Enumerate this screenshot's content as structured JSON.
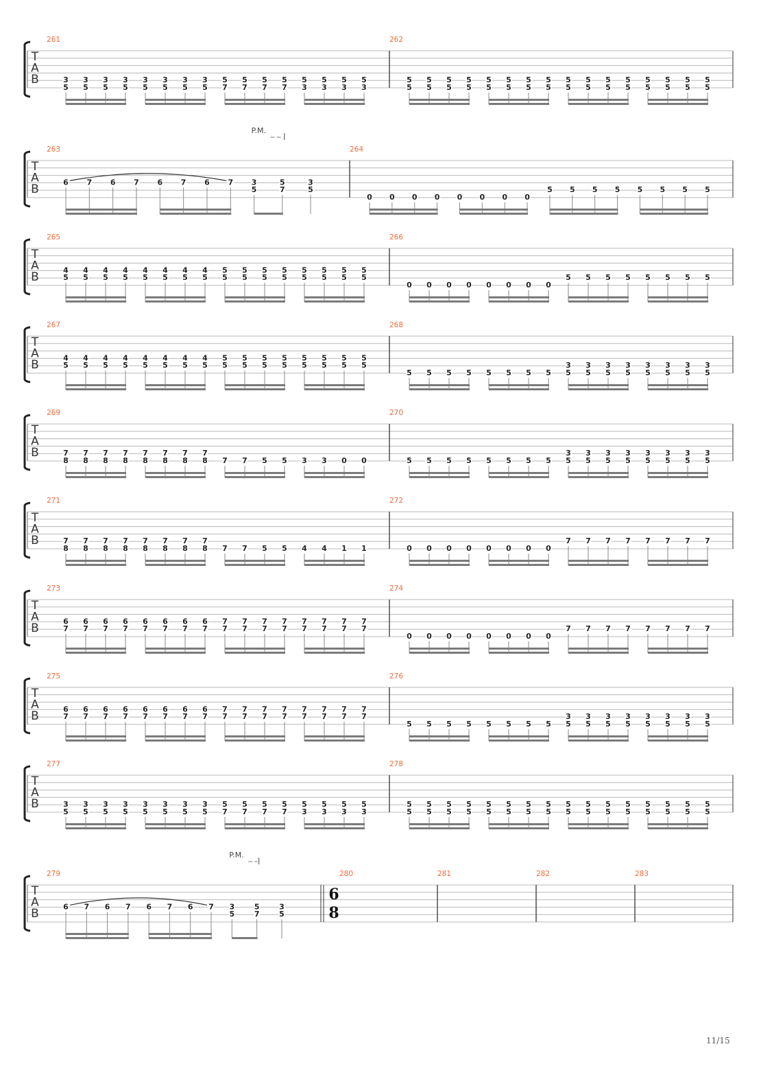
{
  "page": {
    "number": "11/15"
  },
  "clef": {
    "letters": [
      "T",
      "A",
      "B"
    ]
  },
  "colors": {
    "measure_number": "#f26b3a",
    "staff_line": "#b8b8b8",
    "barline": "#333333",
    "beam": "#7a7a7a",
    "stem": "#8a8a8a",
    "fret": "#222222"
  },
  "systems": [
    {
      "measures": [
        {
          "number": "261",
          "beats": [
            {
              "d": 16,
              "n": [
                [
                  5,
                  3
                ],
                [
                  6,
                  5
                ]
              ],
              "x": 8
            },
            {
              "d": 16,
              "n": [
                [
                  5,
                  5
                ],
                [
                  6,
                  7
                ]
              ],
              "x": 4
            },
            {
              "d": 16,
              "n": [
                [
                  5,
                  5
                ],
                [
                  6,
                  3
                ]
              ],
              "x": 4
            }
          ]
        },
        {
          "number": "262",
          "beats": [
            {
              "d": 16,
              "n": [
                [
                  5,
                  5
                ],
                [
                  6,
                  5
                ]
              ],
              "x": 16
            }
          ]
        }
      ]
    },
    {
      "measures": [
        {
          "number": "263",
          "slur": [
            0,
            7
          ],
          "pm": {
            "label": "P.M.",
            "from": 8,
            "to": 9
          },
          "beats": [
            {
              "d": 16,
              "n": [
                [
                  4,
                  6
                ]
              ]
            },
            {
              "d": 16,
              "n": [
                [
                  4,
                  7
                ]
              ]
            },
            {
              "d": 16,
              "n": [
                [
                  4,
                  6
                ]
              ]
            },
            {
              "d": 16,
              "n": [
                [
                  4,
                  7
                ]
              ]
            },
            {
              "d": 16,
              "n": [
                [
                  4,
                  6
                ]
              ]
            },
            {
              "d": 16,
              "n": [
                [
                  4,
                  7
                ]
              ]
            },
            {
              "d": 16,
              "n": [
                [
                  4,
                  6
                ]
              ]
            },
            {
              "d": 16,
              "n": [
                [
                  4,
                  7
                ]
              ]
            },
            {
              "d": 8,
              "n": [
                [
                  4,
                  3
                ],
                [
                  5,
                  5
                ]
              ]
            },
            {
              "d": 8,
              "n": [
                [
                  4,
                  5
                ],
                [
                  5,
                  7
                ]
              ]
            },
            {
              "d": 4,
              "n": [
                [
                  4,
                  3
                ],
                [
                  5,
                  5
                ]
              ]
            }
          ]
        },
        {
          "number": "264",
          "beats": [
            {
              "d": 16,
              "n": [
                [
                  6,
                  0
                ]
              ],
              "x": 8
            },
            {
              "d": 16,
              "n": [
                [
                  5,
                  5
                ]
              ],
              "x": 8
            }
          ]
        }
      ]
    },
    {
      "measures": [
        {
          "number": "265",
          "beats": [
            {
              "d": 16,
              "n": [
                [
                  4,
                  4
                ],
                [
                  5,
                  5
                ]
              ],
              "x": 8
            },
            {
              "d": 16,
              "n": [
                [
                  4,
                  5
                ],
                [
                  5,
                  5
                ]
              ],
              "x": 8
            }
          ]
        },
        {
          "number": "266",
          "beats": [
            {
              "d": 16,
              "n": [
                [
                  6,
                  0
                ]
              ],
              "x": 8
            },
            {
              "d": 16,
              "n": [
                [
                  5,
                  5
                ]
              ],
              "x": 8
            }
          ]
        }
      ]
    },
    {
      "measures": [
        {
          "number": "267",
          "beats": [
            {
              "d": 16,
              "n": [
                [
                  4,
                  4
                ],
                [
                  5,
                  5
                ]
              ],
              "x": 8
            },
            {
              "d": 16,
              "n": [
                [
                  4,
                  5
                ],
                [
                  5,
                  5
                ]
              ],
              "x": 8
            }
          ]
        },
        {
          "number": "268",
          "beats": [
            {
              "d": 16,
              "n": [
                [
                  6,
                  5
                ]
              ],
              "x": 8
            },
            {
              "d": 16,
              "n": [
                [
                  5,
                  3
                ],
                [
                  6,
                  5
                ]
              ],
              "x": 8
            }
          ]
        }
      ]
    },
    {
      "measures": [
        {
          "number": "269",
          "beats": [
            {
              "d": 16,
              "n": [
                [
                  5,
                  7
                ],
                [
                  6,
                  8
                ]
              ],
              "x": 8
            },
            {
              "d": 16,
              "n": [
                [
                  6,
                  7
                ]
              ],
              "x": 2
            },
            {
              "d": 16,
              "n": [
                [
                  6,
                  5
                ]
              ],
              "x": 2
            },
            {
              "d": 16,
              "n": [
                [
                  6,
                  3
                ]
              ],
              "x": 2
            },
            {
              "d": 16,
              "n": [
                [
                  6,
                  0
                ]
              ],
              "x": 2
            }
          ]
        },
        {
          "number": "270",
          "beats": [
            {
              "d": 16,
              "n": [
                [
                  6,
                  5
                ]
              ],
              "x": 8
            },
            {
              "d": 16,
              "n": [
                [
                  5,
                  3
                ],
                [
                  6,
                  5
                ]
              ],
              "x": 8
            }
          ]
        }
      ]
    },
    {
      "measures": [
        {
          "number": "271",
          "beats": [
            {
              "d": 16,
              "n": [
                [
                  5,
                  7
                ],
                [
                  6,
                  8
                ]
              ],
              "x": 8
            },
            {
              "d": 16,
              "n": [
                [
                  6,
                  7
                ]
              ],
              "x": 2
            },
            {
              "d": 16,
              "n": [
                [
                  6,
                  5
                ]
              ],
              "x": 2
            },
            {
              "d": 16,
              "n": [
                [
                  6,
                  4
                ]
              ],
              "x": 2
            },
            {
              "d": 16,
              "n": [
                [
                  6,
                  1
                ]
              ],
              "x": 2
            }
          ]
        },
        {
          "number": "272",
          "beats": [
            {
              "d": 16,
              "n": [
                [
                  6,
                  0
                ]
              ],
              "x": 8
            },
            {
              "d": 16,
              "n": [
                [
                  5,
                  7
                ]
              ],
              "x": 8
            }
          ]
        }
      ]
    },
    {
      "measures": [
        {
          "number": "273",
          "beats": [
            {
              "d": 16,
              "n": [
                [
                  4,
                  6
                ],
                [
                  5,
                  7
                ]
              ],
              "x": 8
            },
            {
              "d": 16,
              "n": [
                [
                  4,
                  7
                ],
                [
                  5,
                  7
                ]
              ],
              "x": 8
            }
          ]
        },
        {
          "number": "274",
          "beats": [
            {
              "d": 16,
              "n": [
                [
                  6,
                  0
                ]
              ],
              "x": 8
            },
            {
              "d": 16,
              "n": [
                [
                  5,
                  7
                ]
              ],
              "x": 8
            }
          ]
        }
      ]
    },
    {
      "measures": [
        {
          "number": "275",
          "beats": [
            {
              "d": 16,
              "n": [
                [
                  4,
                  6
                ],
                [
                  5,
                  7
                ]
              ],
              "x": 8
            },
            {
              "d": 16,
              "n": [
                [
                  4,
                  7
                ],
                [
                  5,
                  7
                ]
              ],
              "x": 8
            }
          ]
        },
        {
          "number": "276",
          "beats": [
            {
              "d": 16,
              "n": [
                [
                  6,
                  5
                ]
              ],
              "x": 8
            },
            {
              "d": 16,
              "n": [
                [
                  5,
                  3
                ],
                [
                  6,
                  5
                ]
              ],
              "x": 8
            }
          ]
        }
      ]
    },
    {
      "measures": [
        {
          "number": "277",
          "beats": [
            {
              "d": 16,
              "n": [
                [
                  5,
                  3
                ],
                [
                  6,
                  5
                ]
              ],
              "x": 8
            },
            {
              "d": 16,
              "n": [
                [
                  5,
                  5
                ],
                [
                  6,
                  7
                ]
              ],
              "x": 4
            },
            {
              "d": 16,
              "n": [
                [
                  5,
                  5
                ],
                [
                  6,
                  3
                ]
              ],
              "x": 4
            }
          ]
        },
        {
          "number": "278",
          "beats": [
            {
              "d": 16,
              "n": [
                [
                  5,
                  5
                ],
                [
                  6,
                  5
                ]
              ],
              "x": 16
            }
          ]
        }
      ]
    },
    {
      "measures": [
        {
          "number": "279",
          "slur": [
            0,
            7
          ],
          "pm": {
            "label": "P.M.",
            "from": 8,
            "to": 9
          },
          "beats": [
            {
              "d": 16,
              "n": [
                [
                  4,
                  6
                ]
              ]
            },
            {
              "d": 16,
              "n": [
                [
                  4,
                  7
                ]
              ]
            },
            {
              "d": 16,
              "n": [
                [
                  4,
                  6
                ]
              ]
            },
            {
              "d": 16,
              "n": [
                [
                  4,
                  7
                ]
              ]
            },
            {
              "d": 16,
              "n": [
                [
                  4,
                  6
                ]
              ]
            },
            {
              "d": 16,
              "n": [
                [
                  4,
                  7
                ]
              ]
            },
            {
              "d": 16,
              "n": [
                [
                  4,
                  6
                ]
              ]
            },
            {
              "d": 16,
              "n": [
                [
                  4,
                  7
                ]
              ]
            },
            {
              "d": 8,
              "n": [
                [
                  4,
                  3
                ],
                [
                  5,
                  5
                ]
              ]
            },
            {
              "d": 8,
              "n": [
                [
                  4,
                  5
                ],
                [
                  5,
                  7
                ]
              ]
            },
            {
              "d": 4,
              "n": [
                [
                  4,
                  3
                ],
                [
                  5,
                  5
                ]
              ]
            }
          ]
        },
        {
          "number": "280",
          "time_sig": [
            "6",
            "8"
          ],
          "beats": []
        },
        {
          "number": "281",
          "beats": []
        },
        {
          "number": "282",
          "beats": []
        },
        {
          "number": "283",
          "beats": []
        }
      ]
    }
  ]
}
